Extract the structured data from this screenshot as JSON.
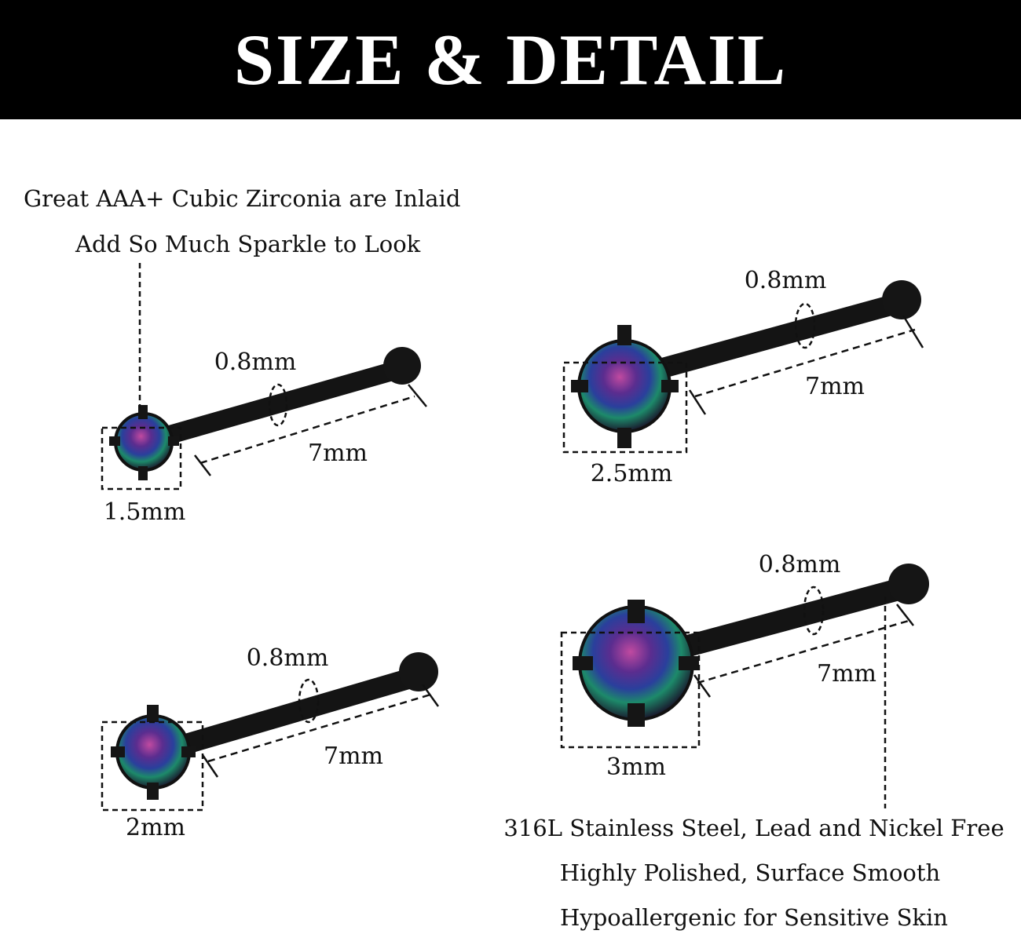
{
  "header": {
    "title": "SIZE & DETAIL"
  },
  "notes": {
    "zirconia_line1": "Great AAA+ Cubic Zirconia  are Inlaid",
    "zirconia_line2": "Add So Much Sparkle to Look",
    "material_line1": "316L Stainless Steel, Lead and Nickel Free",
    "material_line2": "Highly Polished, Surface Smooth",
    "material_line3": "Hypoallergenic for Sensitive Skin"
  },
  "studs": [
    {
      "stone_size": "1.5mm",
      "pin_diameter": "0.8mm",
      "pin_length": "7mm"
    },
    {
      "stone_size": "2.5mm",
      "pin_diameter": "0.8mm",
      "pin_length": "7mm"
    },
    {
      "stone_size": "2mm",
      "pin_diameter": "0.8mm",
      "pin_length": "7mm"
    },
    {
      "stone_size": "3mm",
      "pin_diameter": "0.8mm",
      "pin_length": "7mm"
    }
  ],
  "colors": {
    "banner": "#000000",
    "pin": "#141414",
    "stone_purple": "#5b2d8f",
    "stone_green": "#1d8a6a",
    "stone_blue": "#2a3f9c"
  }
}
